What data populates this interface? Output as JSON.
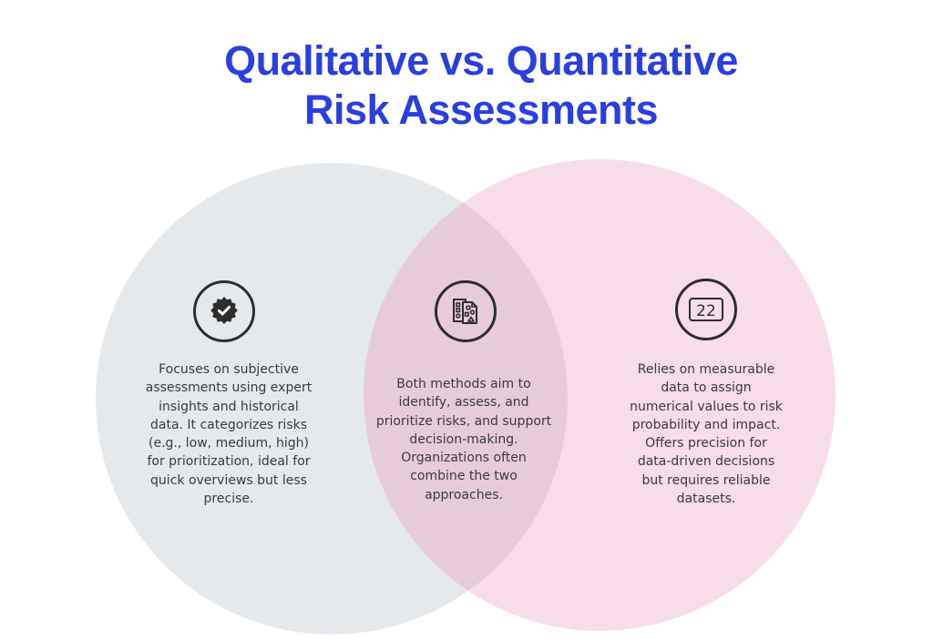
{
  "title": {
    "line1": "Qualitative vs. Quantitative",
    "line2": "Risk Assessments"
  },
  "colors": {
    "title": "#2a3fe0",
    "left_circle": "#e6e9ec",
    "right_circle": "#f7dce9",
    "overlap": "#e6ccdb",
    "icon_stroke": "#2d2d30",
    "body_text": "#3a3a3c"
  },
  "sections": [
    {
      "id": "qualitative",
      "icon": "verified-badge-icon",
      "lines": [
        "Focuses on subjective",
        "assessments using expert",
        "insights and historical",
        "data. It categorizes risks",
        "(e.g., low, medium, high)",
        "for prioritization, ideal for",
        "quick overviews but less",
        "precise."
      ]
    },
    {
      "id": "overlap",
      "icon": "documents-shapes-icon",
      "lines": [
        "Both methods aim to",
        "identify, assess, and",
        "prioritize risks, and support",
        "decision-making.",
        "Organizations often",
        "combine the two",
        "approaches."
      ]
    },
    {
      "id": "quantitative",
      "icon": "number-box-icon",
      "icon_text": "22",
      "lines": [
        "Relies on measurable",
        "data to assign",
        "numerical values to risk",
        "probability and impact.",
        "Offers precision for",
        "data-driven decisions",
        "but requires reliable",
        "datasets."
      ]
    }
  ]
}
